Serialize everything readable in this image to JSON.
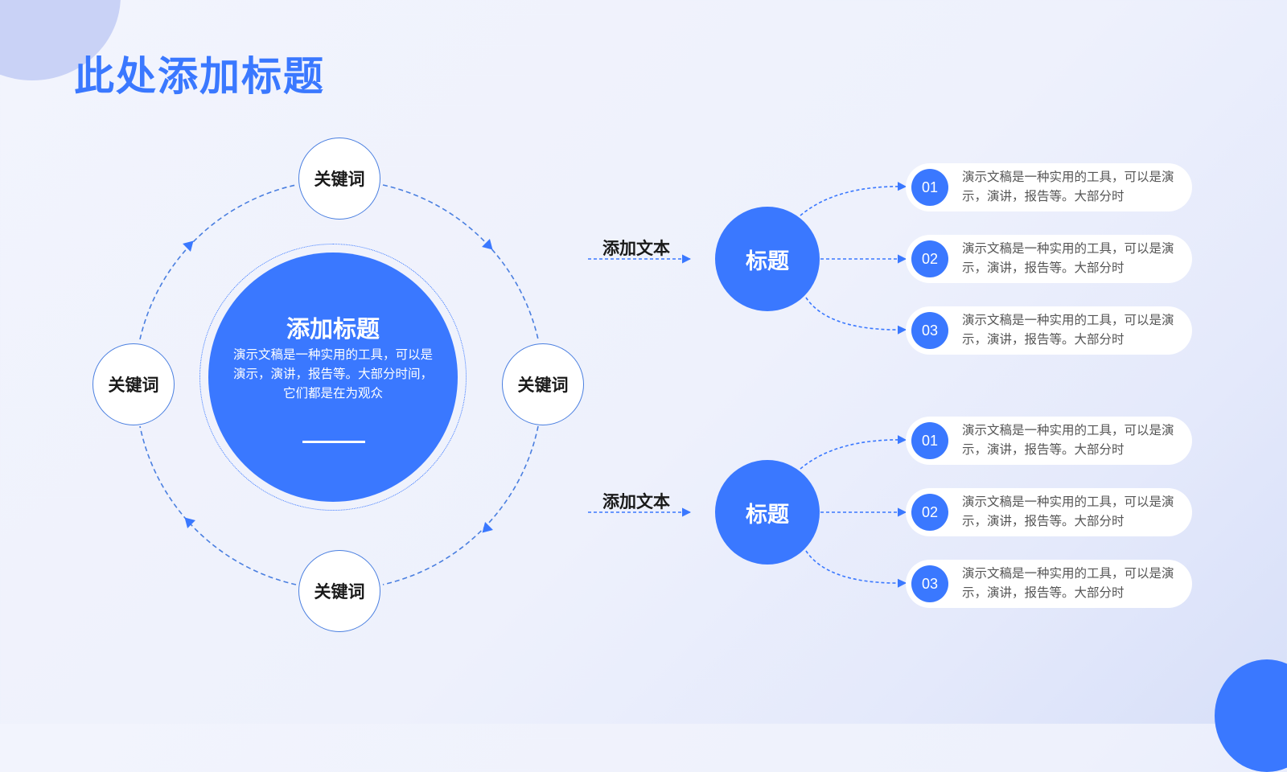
{
  "page": {
    "title": "此处添加标题",
    "colors": {
      "accent": "#3a78ff",
      "background": "#eef1fc",
      "line": "#4a7fe0"
    }
  },
  "cycle": {
    "center": {
      "title": "添加标题",
      "body": "演示文稿是一种实用的工具，可以是演示，演讲，报告等。大部分时间，它们都是在为观众"
    },
    "keywords": [
      "关键词",
      "关键词",
      "关键词",
      "关键词"
    ]
  },
  "groups": [
    {
      "label": "添加文本",
      "hub": "标题",
      "items": [
        {
          "num": "01",
          "text": "演示文稿是一种实用的工具，可以是演示，演讲，报告等。大部分时"
        },
        {
          "num": "02",
          "text": "演示文稿是一种实用的工具，可以是演示，演讲，报告等。大部分时"
        },
        {
          "num": "03",
          "text": "演示文稿是一种实用的工具，可以是演示，演讲，报告等。大部分时"
        }
      ]
    },
    {
      "label": "添加文本",
      "hub": "标题",
      "items": [
        {
          "num": "01",
          "text": "演示文稿是一种实用的工具，可以是演示，演讲，报告等。大部分时"
        },
        {
          "num": "02",
          "text": "演示文稿是一种实用的工具，可以是演示，演讲，报告等。大部分时"
        },
        {
          "num": "03",
          "text": "演示文稿是一种实用的工具，可以是演示，演讲，报告等。大部分时"
        }
      ]
    }
  ]
}
